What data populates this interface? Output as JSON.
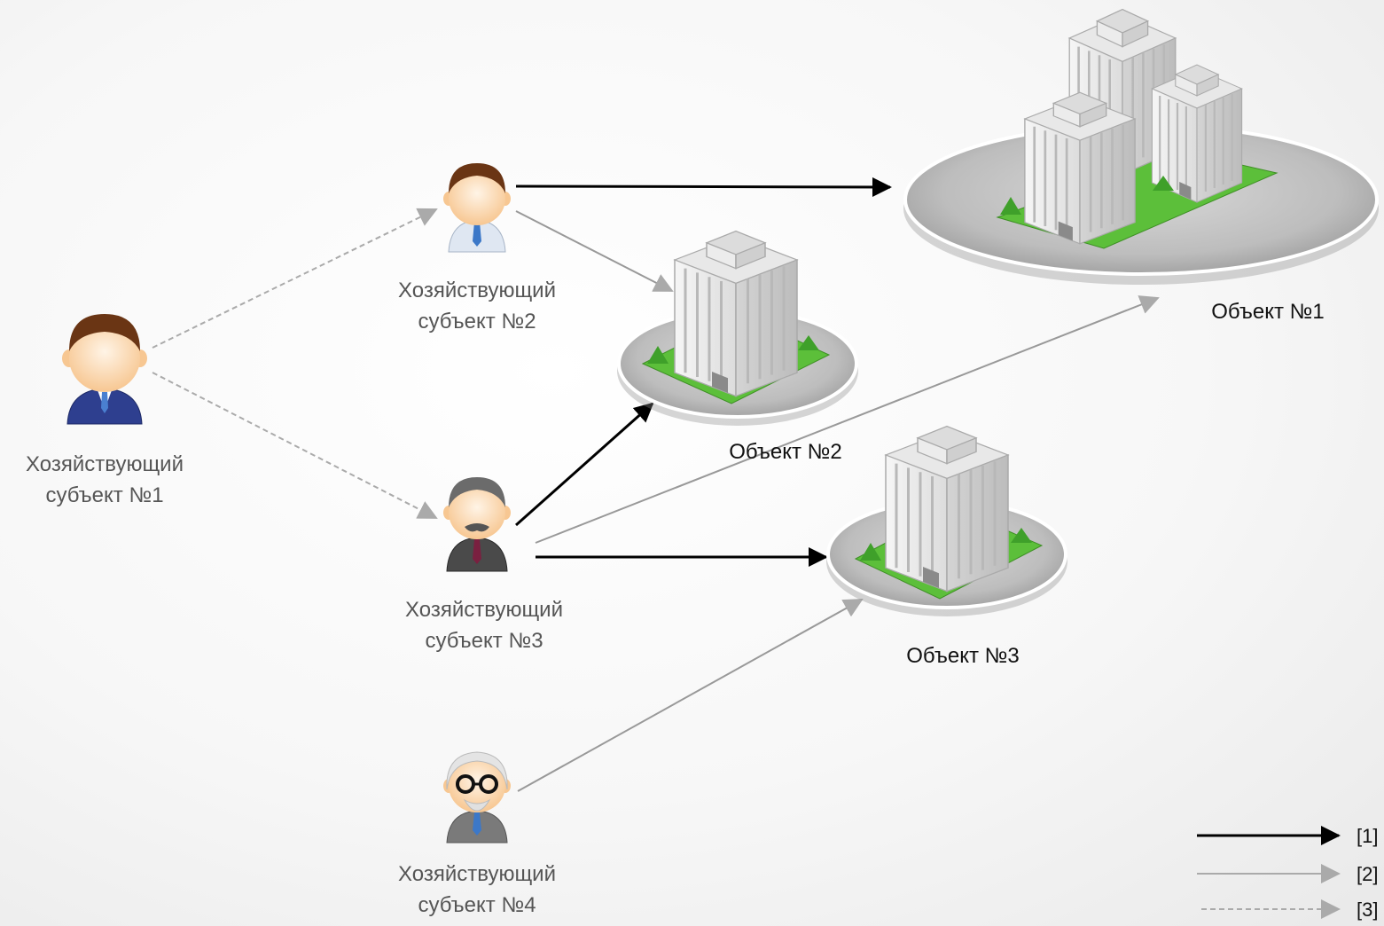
{
  "subjects": [
    {
      "line1": "Хозяйствующий",
      "line2": "субъект №1",
      "icon": "businessman-icon"
    },
    {
      "line1": "Хозяйствующий",
      "line2": "субъект №2",
      "icon": "businessman-icon"
    },
    {
      "line1": "Хозяйствующий",
      "line2": "субъект №3",
      "icon": "mustached-man-icon"
    },
    {
      "line1": "Хозяйствующий",
      "line2": "субъект №4",
      "icon": "old-man-glasses-icon"
    }
  ],
  "objects": [
    {
      "label": "Объект №1",
      "icon": "building-complex-icon"
    },
    {
      "label": "Объект №2",
      "icon": "building-icon"
    },
    {
      "label": "Объект №3",
      "icon": "building-icon"
    }
  ],
  "legend": [
    {
      "label": "[1]",
      "style": "solid-black"
    },
    {
      "label": "[2]",
      "style": "solid-gray"
    },
    {
      "label": "[3]",
      "style": "dashed-gray"
    }
  ],
  "colors": {
    "arrow_black": "#000000",
    "arrow_gray": "#999999",
    "arrow_dashed": "#aaaaaa",
    "grass": "#5cbf3a"
  }
}
